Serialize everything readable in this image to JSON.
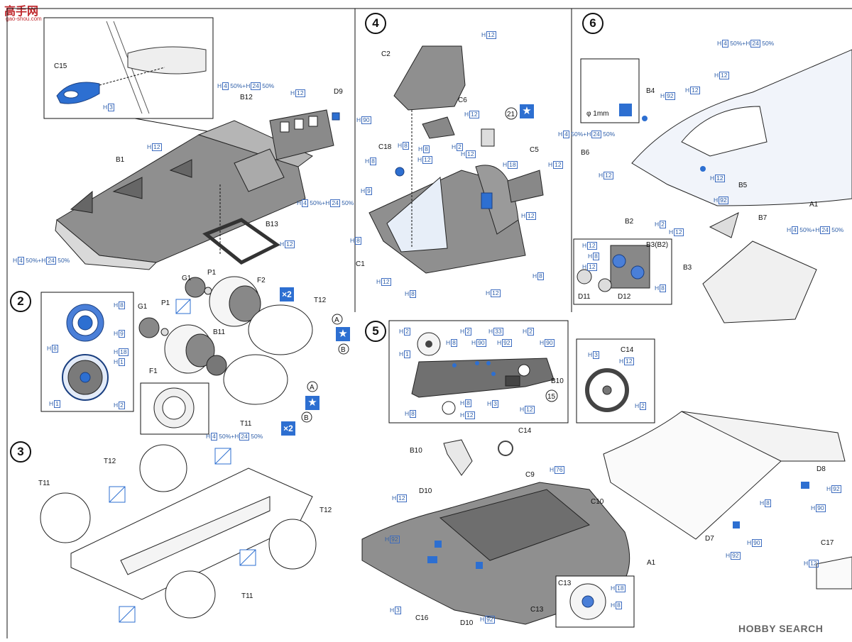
{
  "branding": {
    "logo_text": "高手网",
    "logo_sub": "gao-shou.com",
    "watermark": "HOBBY SEARCH"
  },
  "steps": [
    "2",
    "3",
    "4",
    "5",
    "6"
  ],
  "badges": {
    "x2": "×2",
    "star": "★",
    "callout_a": "A",
    "callout_b": "B",
    "callout_15": "15",
    "callout_21": "21",
    "phi": "φ 1mm"
  },
  "parts": [
    "C15",
    "B12",
    "D9",
    "B1",
    "B13",
    "C2",
    "C6",
    "C18",
    "C5",
    "C1",
    "B4",
    "B6",
    "B5",
    "A1",
    "B2",
    "B7",
    "B3(B2)",
    "B3",
    "D11",
    "D12",
    "G1",
    "P1",
    "F2",
    "T12",
    "B11",
    "F1",
    "T11",
    "C14",
    "B10",
    "C9",
    "C10",
    "D8",
    "D10",
    "C16",
    "C13",
    "D7",
    "C17"
  ],
  "paint_codes": {
    "H1": "1",
    "H2": "2",
    "H3": "3",
    "H4": "4",
    "H8": "8",
    "H9": "9",
    "H12": "12",
    "H18": "18",
    "H24": "24",
    "H33": "33",
    "H76": "76",
    "H90": "90",
    "H92": "92"
  },
  "paint_mix_text": "50%",
  "colors": {
    "part_blue": "#2d6fd1",
    "label_blue": "#2f5fa8",
    "shade_gray": "#9a9a9a",
    "dark_gray": "#6e6e6e",
    "logo_red": "#c0282d"
  }
}
